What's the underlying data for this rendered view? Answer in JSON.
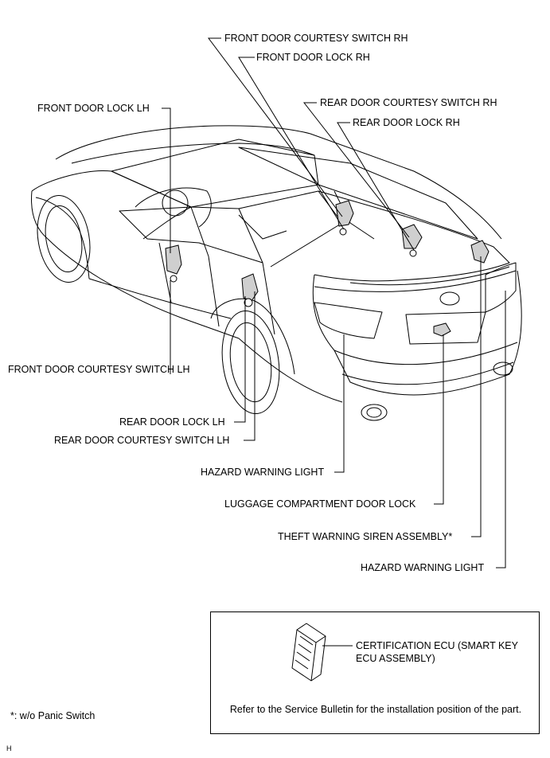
{
  "labels": {
    "front_door_courtesy_switch_rh": "FRONT DOOR COURTESY SWITCH RH",
    "front_door_lock_rh": "FRONT DOOR LOCK RH",
    "rear_door_courtesy_switch_rh": "REAR DOOR COURTESY SWITCH RH",
    "rear_door_lock_rh": "REAR DOOR LOCK RH",
    "front_door_lock_lh": "FRONT DOOR LOCK LH",
    "front_door_courtesy_switch_lh": "FRONT DOOR COURTESY SWITCH LH",
    "rear_door_lock_lh": "REAR DOOR LOCK LH",
    "rear_door_courtesy_switch_lh": "REAR DOOR COURTESY SWITCH LH",
    "hazard_warning_light_1": "HAZARD WARNING LIGHT",
    "luggage_compartment_door_lock": "LUGGAGE COMPARTMENT DOOR LOCK",
    "theft_warning_siren_assembly": "THEFT WARNING SIREN ASSEMBLY*",
    "hazard_warning_light_2": "HAZARD WARNING LIGHT"
  },
  "ecu_box": {
    "label_line1": "CERTIFICATION ECU (SMART KEY",
    "label_line2": "ECU ASSEMBLY)",
    "note": "Refer to the Service Bulletin for the installation position of the part."
  },
  "footnote": "*: w/o Panic Switch",
  "corner_mark": "H"
}
